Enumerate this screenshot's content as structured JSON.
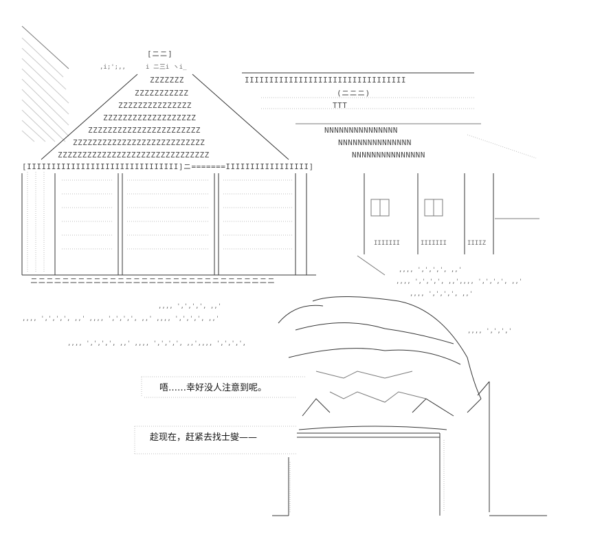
{
  "art": {
    "roof_z_rows": [
      "ZZZZZZZ",
      "ZZZZZZZZZZZ",
      "ZZZZZZZZZZZZZZZ",
      "ZZZZZZZZZZZZZZZZZZZ",
      "ZZZZZZZZZZZZZZZZZZZZZZZ",
      "ZZZZZZZZZZZZZZZZZZZZZZZZZZZ",
      "ZZZZZZZZZZZZZZZZZZZZZZZZZZZZZZZ"
    ],
    "right_roof_n_rows": [
      "NNNNNNNNNNNNNNN",
      "NNNNNNNNNNNNNNN",
      "NNNNNNNNNNNNNNN"
    ],
    "top_sign": "[ニニ]",
    "eaves_i_row": "[IIIIIIIIIIIIIIIIIIIIIIIIIIIIIII]ニ=======IIIIIIIIIIIIIIIII]",
    "upper_i_row": "IIIIIIIIIIIIIIIIIIIIIIIIIIIIIIIII",
    "window_sign": "(ニニニ)",
    "door_caption": "TTT",
    "base_row": "ニニニニニニニニニニニニニニニニニニニニニニニニニニニニニニニ",
    "side_i_row": "IIIIIII",
    "iz_label": "IIIIZ"
  },
  "dialogue": {
    "line1": "唔……幸好没人注意到呢。",
    "line2": "趁现在，赶紧去找士燮——"
  }
}
